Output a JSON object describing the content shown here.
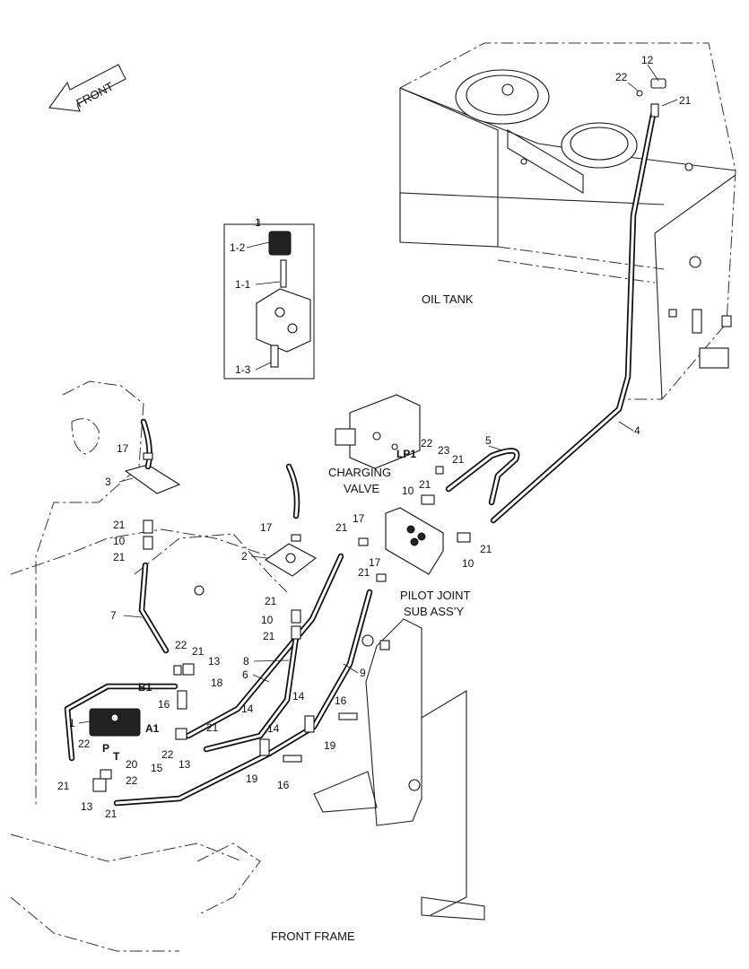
{
  "front_label": "FRONT",
  "captions": {
    "oil_tank": "OIL TANK",
    "charging_valve_line1": "CHARGING",
    "charging_valve_line2": "VALVE",
    "pilot_joint_line1": "PILOT JOINT",
    "pilot_joint_line2": "SUB ASS’Y",
    "front_frame": "FRONT FRAME"
  },
  "port_labels": {
    "lp1": "LP1",
    "b1": "B1",
    "a1": "A1",
    "p": "P",
    "t": "T"
  },
  "callouts": {
    "c_12": "12",
    "c_22a": "22",
    "c_21a": "21",
    "c_1": "1",
    "c_1_2": "1-2",
    "c_1_1": "1-1",
    "c_1_3": "1-3",
    "c_4": "4",
    "c_5": "5",
    "c_22b": "22",
    "c_23": "23",
    "c_21b": "21",
    "c_10a": "10",
    "c_21c": "21",
    "c_17a": "17",
    "c_3": "3",
    "c_21d": "21",
    "c_10b": "10",
    "c_21e": "21",
    "c_17b": "17",
    "c_2": "2",
    "c_21f": "21",
    "c_10c": "10",
    "c_21g": "21",
    "c_21h": "21",
    "c_17c": "17",
    "c_21i": "21",
    "c_10d": "10",
    "c_21j": "21",
    "c_17d": "17",
    "c_7": "7",
    "c_22c": "22",
    "c_21k": "21",
    "c_13a": "13",
    "c_6": "6",
    "c_8": "8",
    "c_9": "9",
    "c_18": "18",
    "c_16a": "16",
    "c_14a": "14",
    "c_21l": "21",
    "c_14b": "14",
    "c_16b": "16",
    "c_1b": "1",
    "c_22d": "22",
    "c_20": "20",
    "c_15": "15",
    "c_13b": "13",
    "c_14c": "14",
    "c_19a": "19",
    "c_19b": "19",
    "c_16c": "16",
    "c_22e": "22",
    "c_22f": "22",
    "c_21m": "21",
    "c_13c": "13",
    "c_21n": "21"
  }
}
